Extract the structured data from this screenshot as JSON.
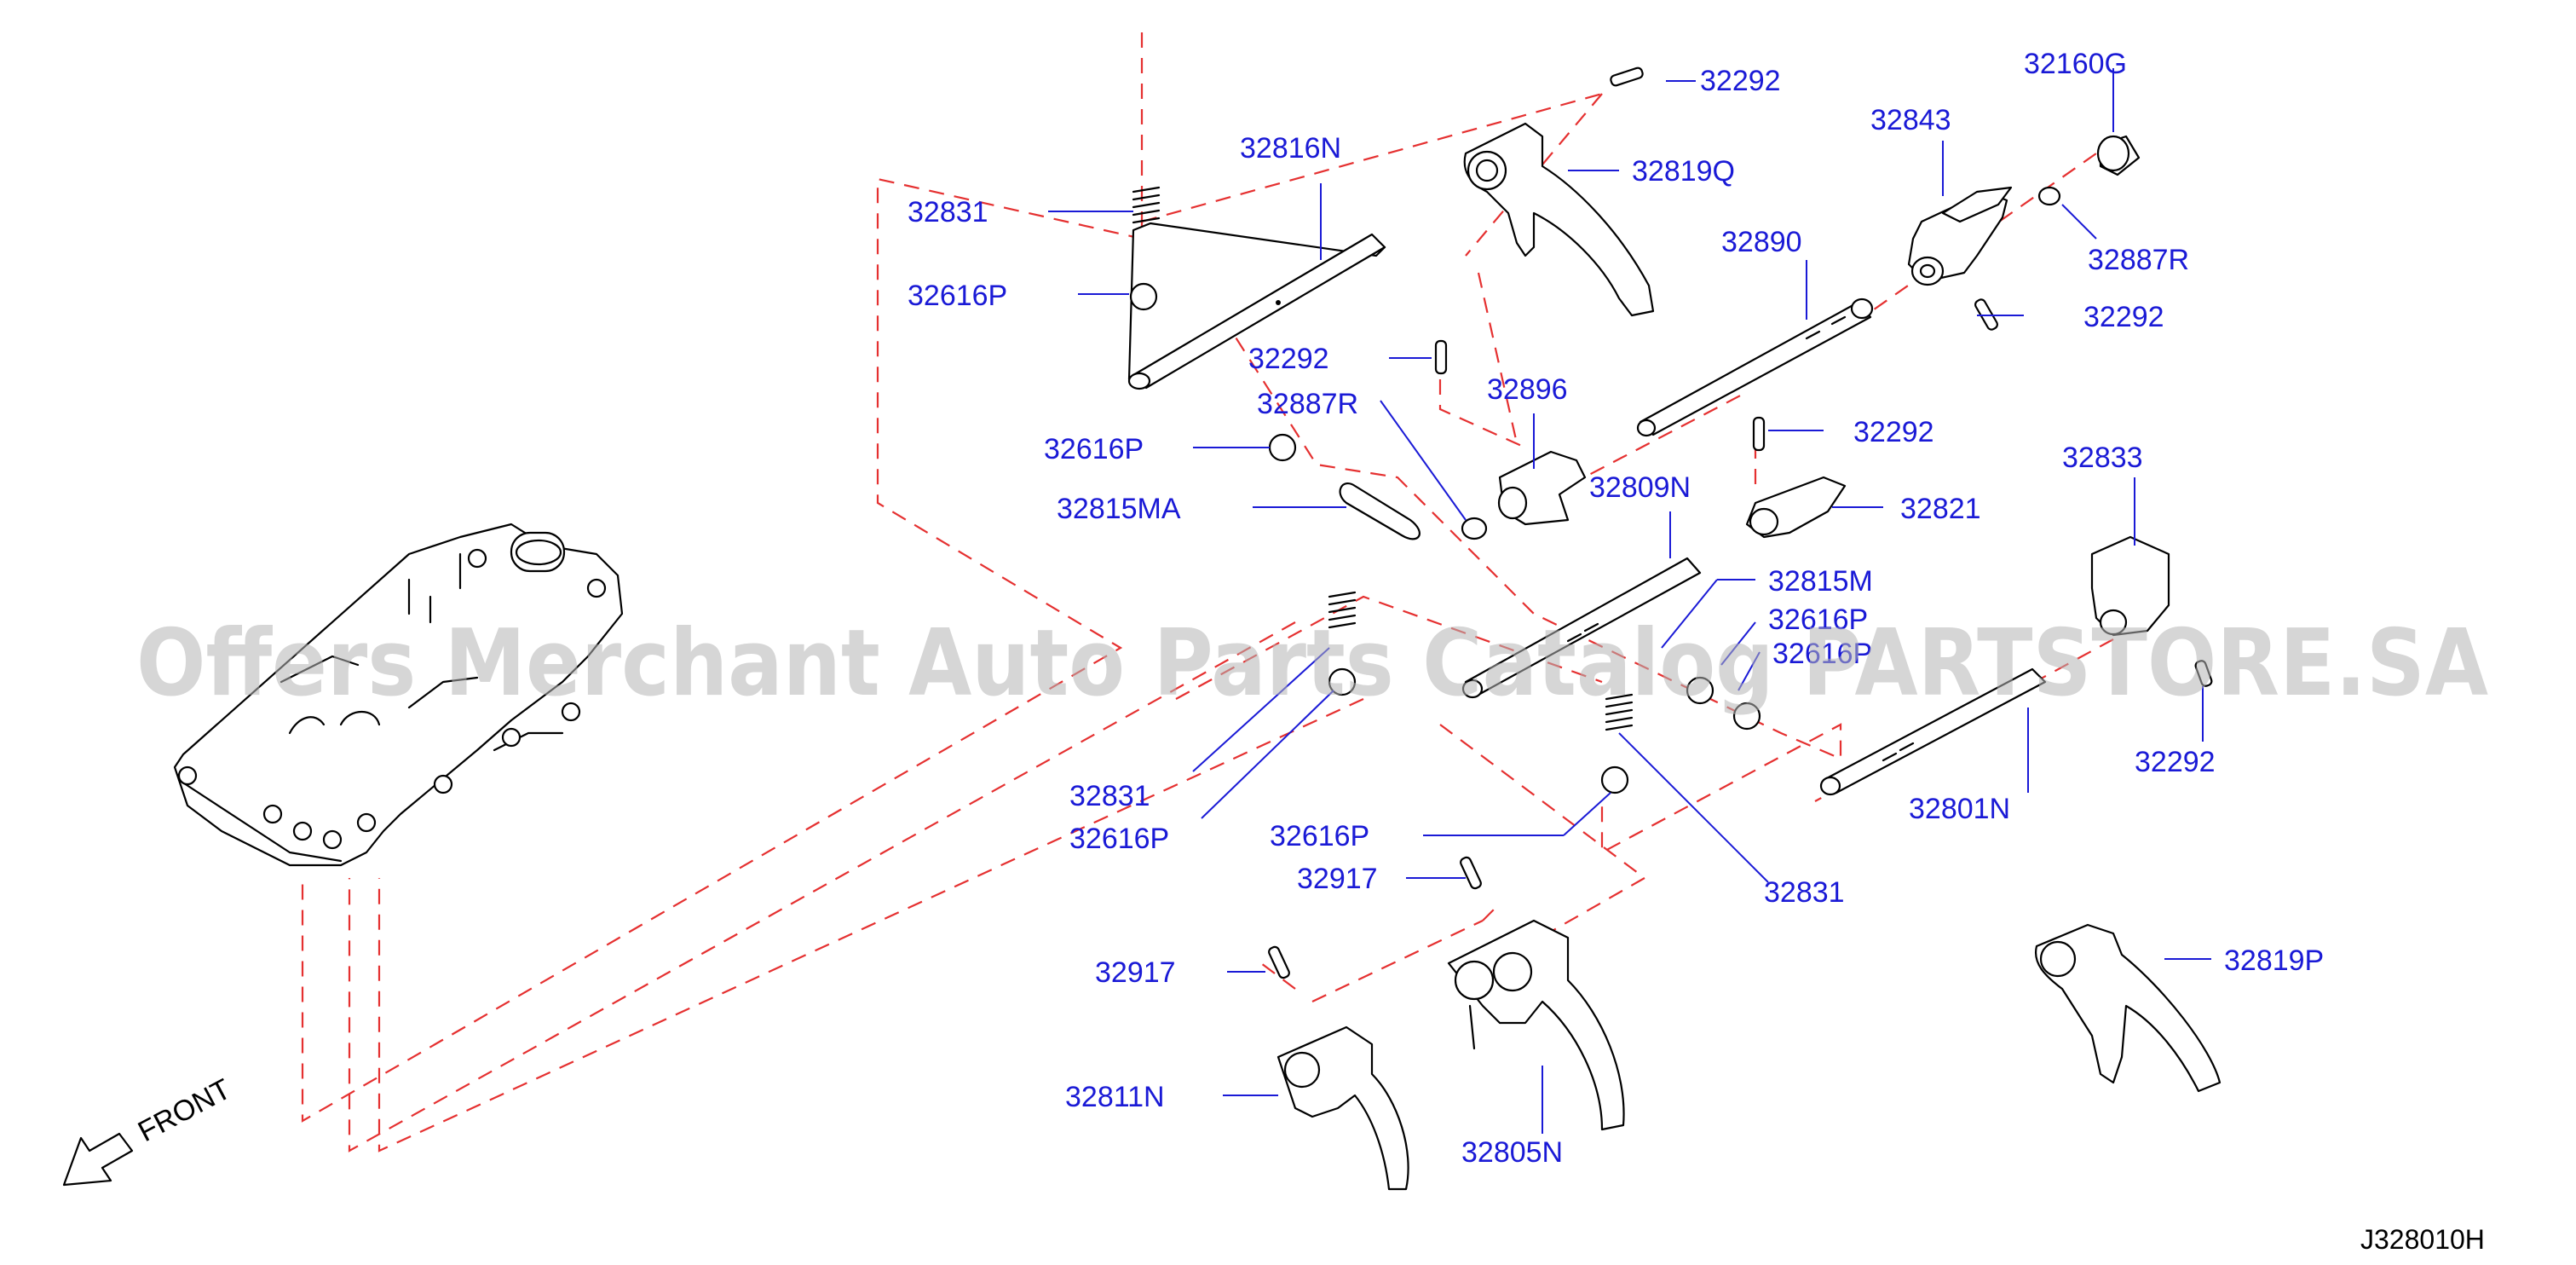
{
  "diagram": {
    "watermark": "Offers Merchant Auto Parts Catalog PARTSTORE.SA",
    "front_label": "FRONT",
    "diagram_code": "J328010H"
  },
  "labels": [
    "32292",
    "32160G",
    "32843",
    "32816N",
    "32819Q",
    "32831",
    "32890",
    "32887R",
    "32616P",
    "32292",
    "32292",
    "32887R",
    "32896",
    "32616P",
    "32292",
    "32833",
    "32809N",
    "32815MA",
    "32821",
    "32815M",
    "32616P",
    "32616P",
    "32831",
    "32292",
    "32616P",
    "32801N",
    "32616P",
    "32917",
    "32831",
    "32917",
    "32819P",
    "32811N",
    "32805N"
  ],
  "colors": {
    "label_blue": "#1a1ad6",
    "phantom_red": "#e53030",
    "watermark_grey": "#b4b4b4"
  }
}
